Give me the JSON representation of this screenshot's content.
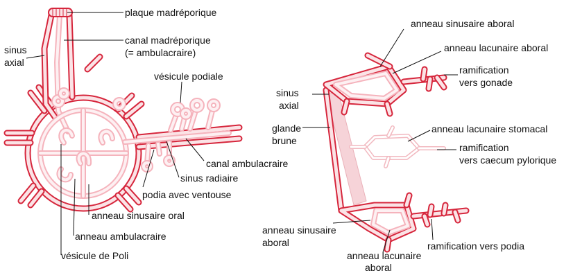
{
  "colors": {
    "outer_red": "#d6263c",
    "inner_pink": "#f5c6cc",
    "core_light": "#fbe3e6",
    "faint": "#f2b9c0",
    "label": "#111111"
  },
  "left_diagram": {
    "plaque_madreporique": "plaque madréporique",
    "canal_madreporique_1": "canal madréporique",
    "canal_madreporique_2": "(= ambulacraire)",
    "sinus_axial_1": "sinus",
    "sinus_axial_2": "axial",
    "vesicule_podiale": "vésicule podiale",
    "canal_ambulacraire": "canal ambulacraire",
    "sinus_radiaire": "sinus radiaire",
    "podia_avec_ventouse": "podia avec ventouse",
    "anneau_sinusaire_oral": "anneau sinusaire oral",
    "anneau_ambulacraire": "anneau ambulacraire",
    "vesicule_de_poli": "vésicule de Poli"
  },
  "right_diagram": {
    "anneau_sinusaire_aboral_top": "anneau sinusaire aboral",
    "anneau_lacunaire_aboral_top": "anneau lacunaire aboral",
    "ramification_gonade_1": "ramification",
    "ramification_gonade_2": "vers gonade",
    "sinus_axial_1": "sinus",
    "sinus_axial_2": "axial",
    "glande_brune_1": "glande",
    "glande_brune_2": "brune",
    "anneau_lacunaire_stomacal": "anneau lacunaire stomacal",
    "ramification_caecum_1": "ramification",
    "ramification_caecum_2": "vers caecum pylorique",
    "anneau_sinusaire_aboral_bottom_1": "anneau sinusaire",
    "anneau_sinusaire_aboral_bottom_2": "aboral",
    "anneau_lacunaire_aboral_bottom_1": "anneau lacunaire",
    "anneau_lacunaire_aboral_bottom_2": "aboral",
    "ramification_podia": "ramification vers podia"
  }
}
